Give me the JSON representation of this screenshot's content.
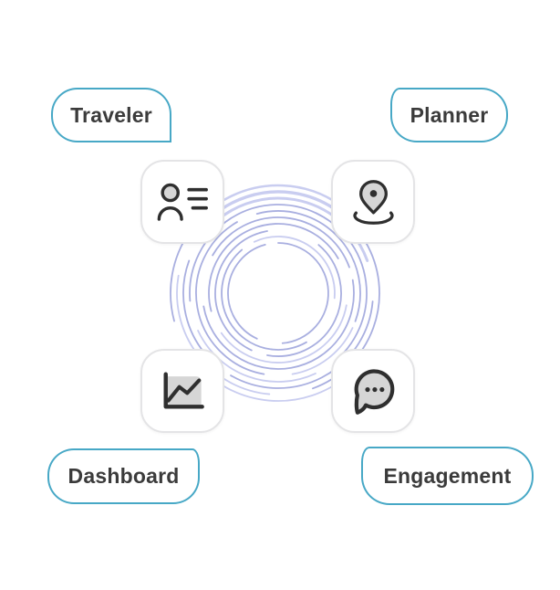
{
  "diagram": {
    "nodes": {
      "traveler": {
        "label": "Traveler",
        "icon": "contact-card-icon"
      },
      "planner": {
        "label": "Planner",
        "icon": "map-pin-icon"
      },
      "dashboard": {
        "label": "Dashboard",
        "icon": "line-chart-icon"
      },
      "engagement": {
        "label": "Engagement",
        "icon": "chat-bubble-icon"
      }
    },
    "colors": {
      "pill_border": "#47a8c6",
      "label_text": "#3b3b3b",
      "card_border": "#e4e4e6",
      "icon_stroke": "#2f2f2f",
      "icon_gray": "#d6d6d6",
      "arc_primary": "#a9afe0",
      "arc_secondary": "#c9cdf0",
      "background": "#ffffff"
    }
  }
}
